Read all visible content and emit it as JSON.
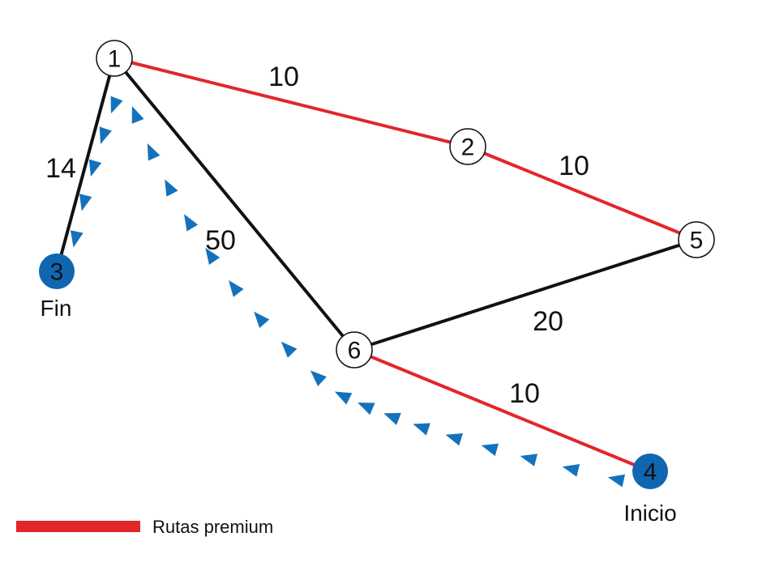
{
  "colors": {
    "premium": "#e2262a",
    "normal": "#111111",
    "path": "#1472bd",
    "node_fill": "#ffffff",
    "highlight_fill": "#1066b0"
  },
  "nodes": [
    {
      "id": "1",
      "label": "1"
    },
    {
      "id": "2",
      "label": "2"
    },
    {
      "id": "3",
      "label": "3",
      "caption": "Fin",
      "highlight": true
    },
    {
      "id": "4",
      "label": "4",
      "caption": "Inicio",
      "highlight": true
    },
    {
      "id": "5",
      "label": "5"
    },
    {
      "id": "6",
      "label": "6"
    }
  ],
  "edges": [
    {
      "from": "1",
      "to": "2",
      "weight": "10",
      "premium": true
    },
    {
      "from": "2",
      "to": "5",
      "weight": "10",
      "premium": true
    },
    {
      "from": "1",
      "to": "3",
      "weight": "14",
      "premium": false
    },
    {
      "from": "1",
      "to": "6",
      "weight": "50",
      "premium": false
    },
    {
      "from": "6",
      "to": "5",
      "weight": "20",
      "premium": false
    },
    {
      "from": "6",
      "to": "4",
      "weight": "10",
      "premium": true
    }
  ],
  "route": {
    "description_nodes": [
      "4",
      "6",
      "1",
      "3"
    ]
  },
  "legend": {
    "label": "Rutas premium"
  }
}
